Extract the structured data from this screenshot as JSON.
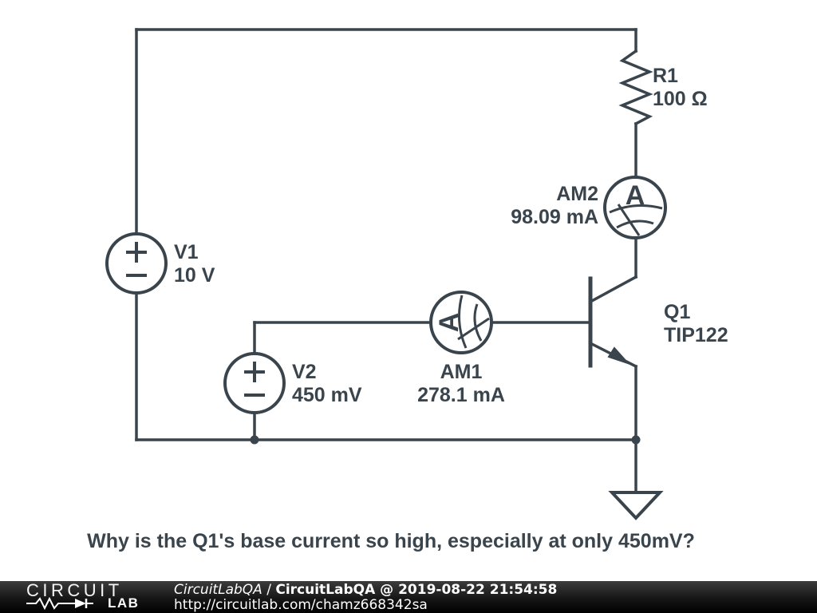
{
  "colors": {
    "circuit": "#3a444c",
    "footer_background": "#111111",
    "footer_text": "#ffffff"
  },
  "components": {
    "v1": {
      "name": "V1",
      "value": "10 V"
    },
    "v2": {
      "name": "V2",
      "value": "450 mV"
    },
    "r1": {
      "name": "R1",
      "value": "100 Ω"
    },
    "am1": {
      "name": "AM1",
      "value": "278.1 mA"
    },
    "am2": {
      "name": "AM2",
      "value": "98.09 mA"
    },
    "q1": {
      "name": "Q1",
      "value": "TIP122"
    }
  },
  "ammeter_glyph": "A",
  "question": "Why is the Q1's base current so high, especially at only 450mV?",
  "footer": {
    "logo_line1": "CIRCUIT",
    "logo_line2": "LAB",
    "attribution_italic": "CircuitLabQA",
    "attribution_separator": " / ",
    "attribution_bold": "CircuitLabQA @ 2019-08-22 21:54:58",
    "url": "http://circuitlab.com/chamz668342sa"
  }
}
